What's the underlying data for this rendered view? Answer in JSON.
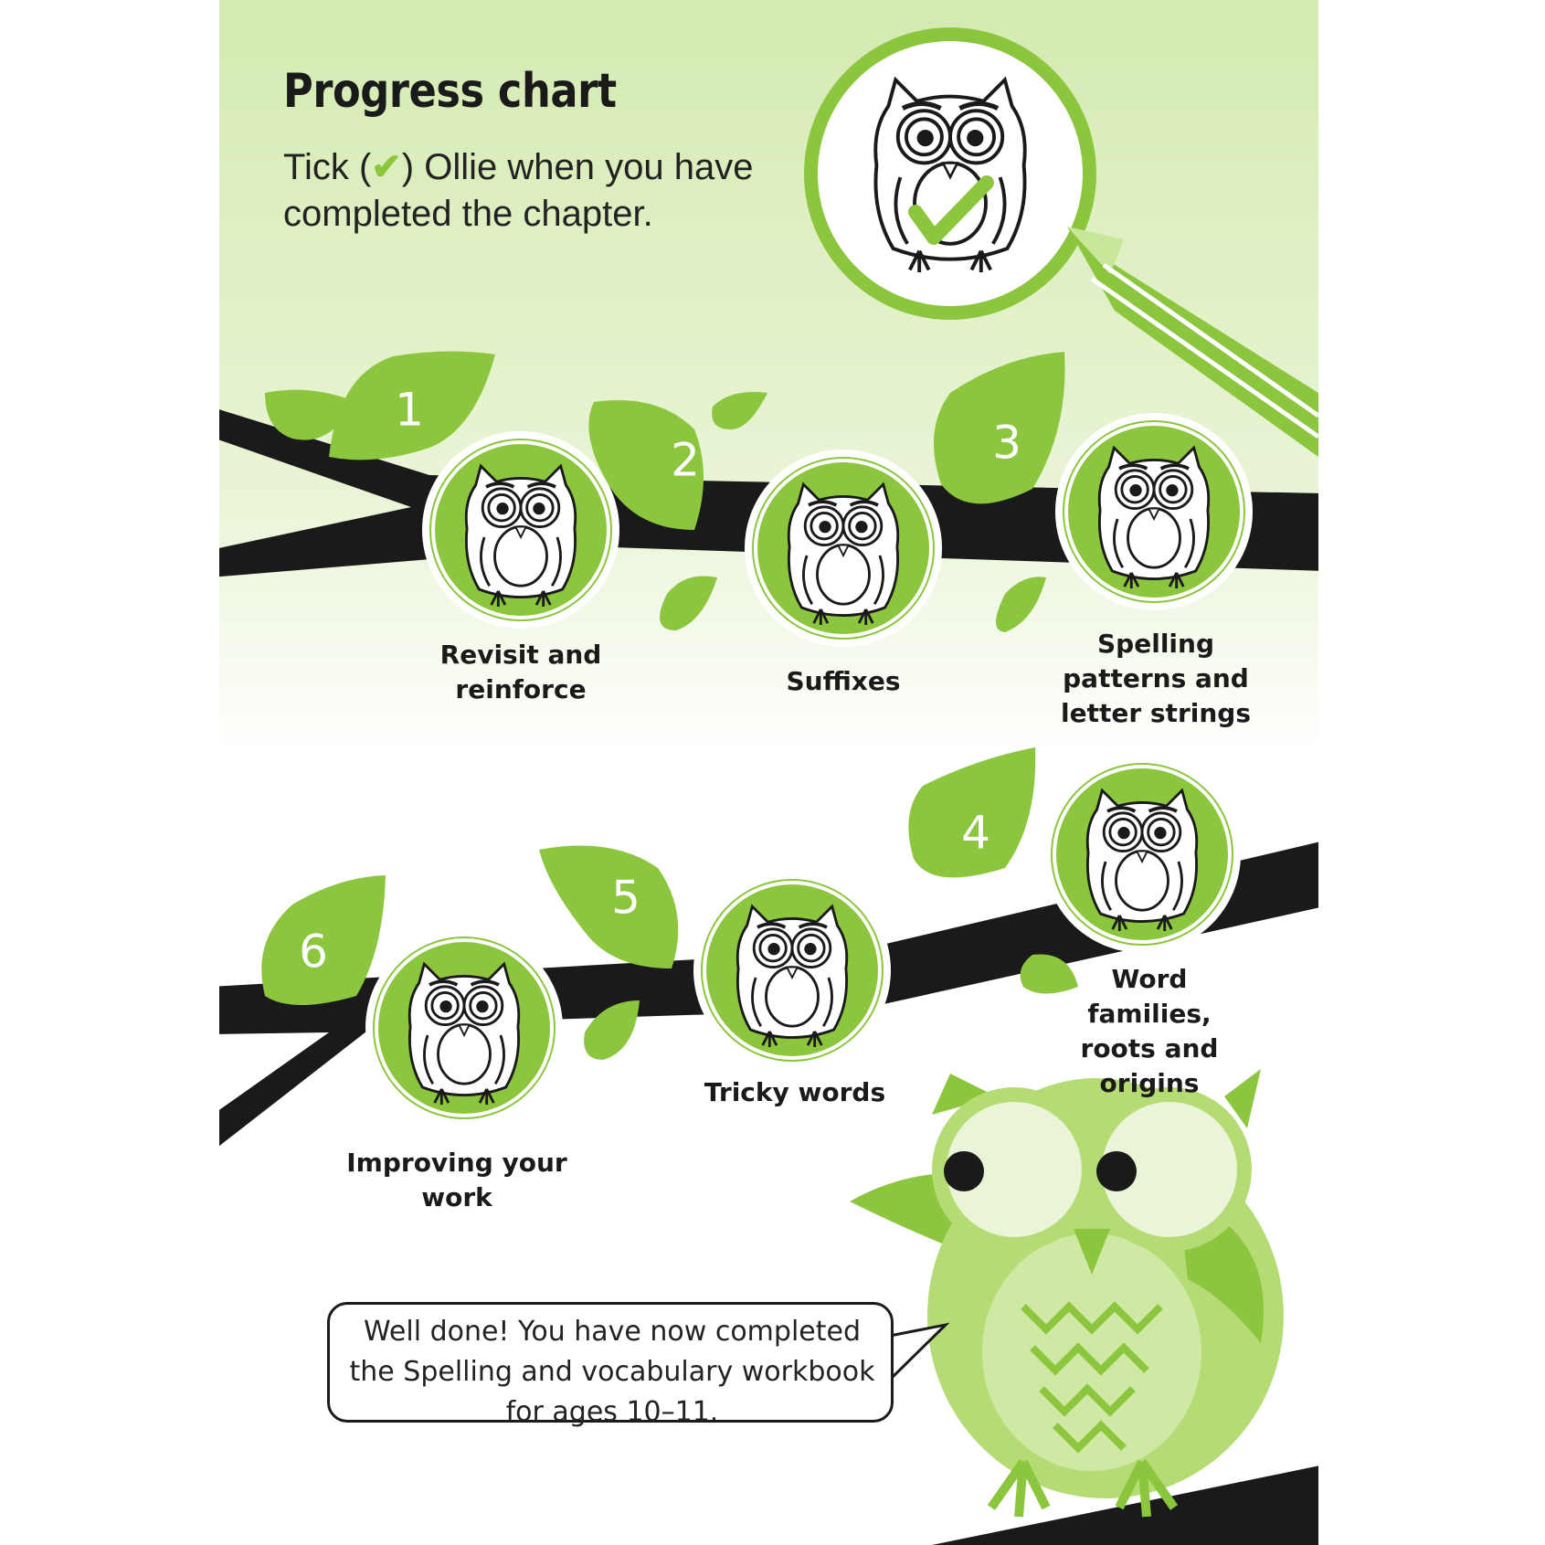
{
  "header": {
    "title": "Progress chart",
    "instruction_before": "Tick (",
    "tick_mark": "✔",
    "instruction_after": ") Ollie when you have completed the chapter."
  },
  "chapters": [
    {
      "number": "1",
      "label": "Revisit and reinforce",
      "completed": false
    },
    {
      "number": "2",
      "label": "Suffixes",
      "completed": false
    },
    {
      "number": "3",
      "label": "Spelling patterns and letter strings",
      "completed": false
    },
    {
      "number": "4",
      "label": "Word families, roots and origins",
      "completed": false
    },
    {
      "number": "5",
      "label": "Tricky words",
      "completed": false
    },
    {
      "number": "6",
      "label": "Improving your work",
      "completed": false
    }
  ],
  "speech_bubble": {
    "text": "Well done! You have now completed the Spelling and vocabulary workbook for ages 10–11."
  },
  "colors": {
    "accent_green": "#8cc63f",
    "light_green": "#b5dc74",
    "branch": "#1a1a1a",
    "text": "#1a1a1a"
  }
}
